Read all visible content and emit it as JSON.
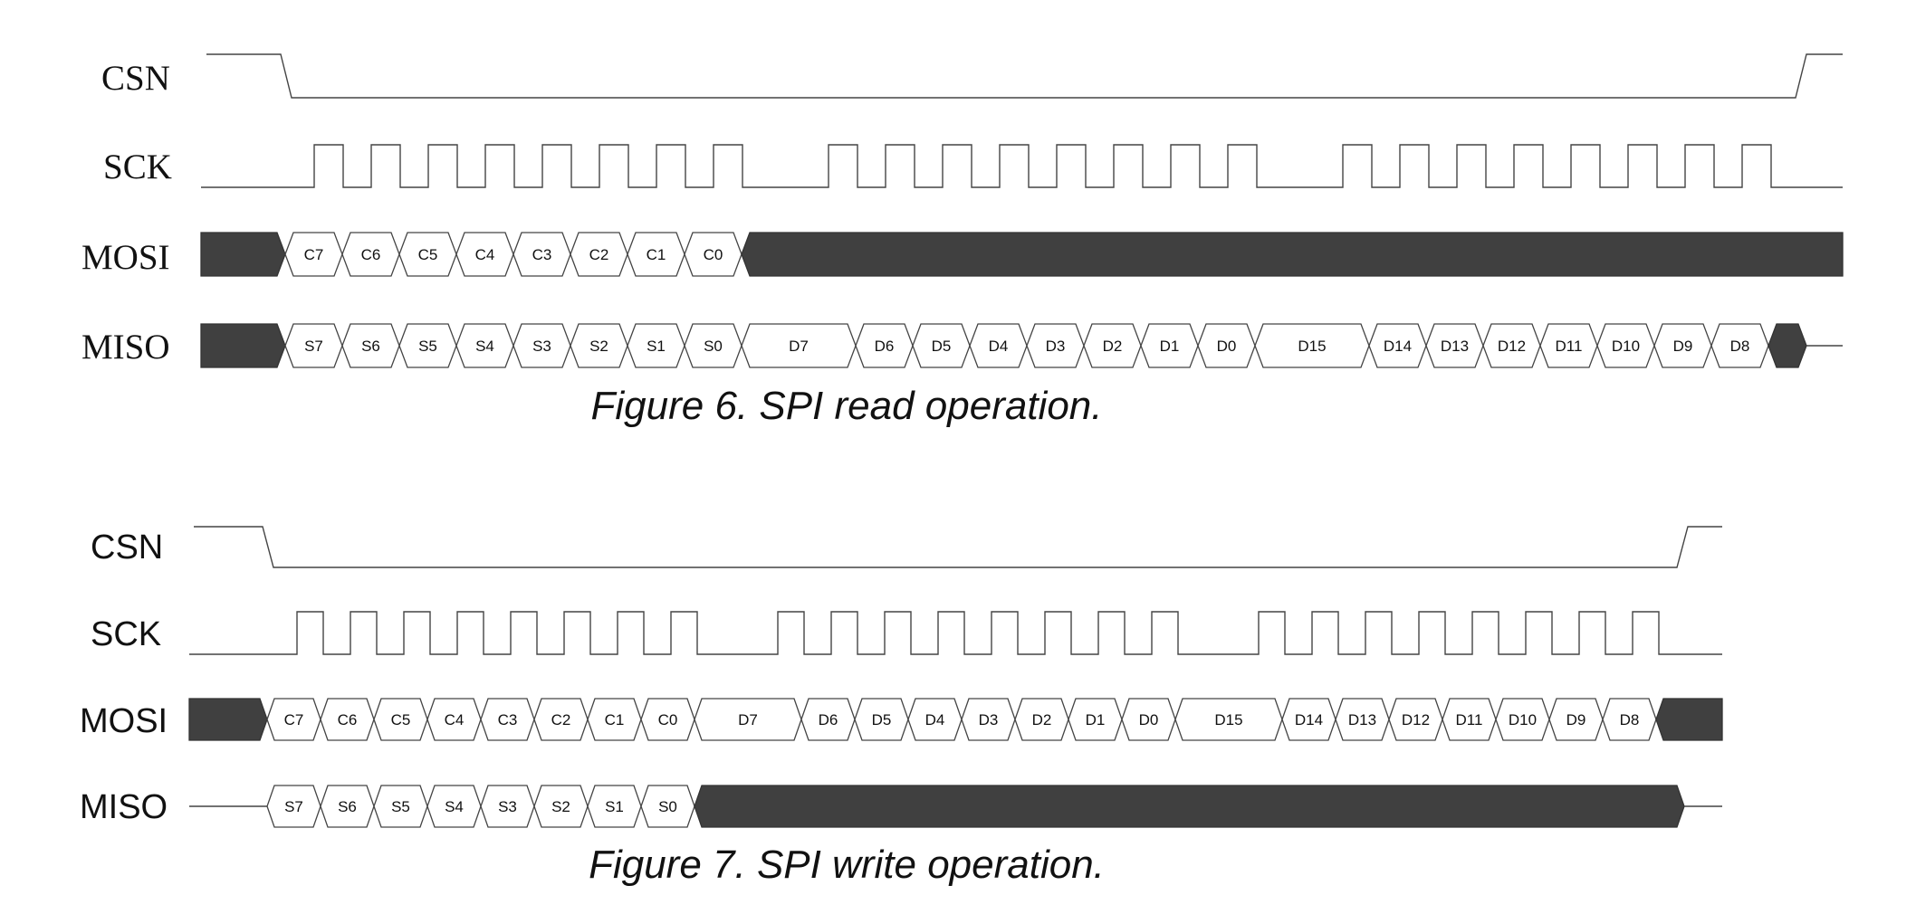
{
  "figures": [
    {
      "caption": "Figure 6. SPI read operation.",
      "signals": [
        {
          "id": "csn",
          "label": "CSN"
        },
        {
          "id": "sck",
          "label": "SCK"
        },
        {
          "id": "mosi",
          "label": "MOSI"
        },
        {
          "id": "miso",
          "label": "MISO"
        }
      ],
      "sck_groups": 3,
      "sck_pulses_per_group": 8,
      "mosi_fields": [
        "C7",
        "C6",
        "C5",
        "C4",
        "C3",
        "C2",
        "C1",
        "C0"
      ],
      "mosi_after": "dont-care",
      "miso_fields": [
        "S7",
        "S6",
        "S5",
        "S4",
        "S3",
        "S2",
        "S1",
        "S0",
        "D7",
        "D6",
        "D5",
        "D4",
        "D3",
        "D2",
        "D1",
        "D0",
        "D15",
        "D14",
        "D13",
        "D12",
        "D11",
        "D10",
        "D9",
        "D8"
      ],
      "miso_after": "dont-care-then-hiz"
    },
    {
      "caption": "Figure 7.  SPI write operation.",
      "signals": [
        {
          "id": "csn",
          "label": "CSN"
        },
        {
          "id": "sck",
          "label": "SCK"
        },
        {
          "id": "mosi",
          "label": "MOSI"
        },
        {
          "id": "miso",
          "label": "MISO"
        }
      ],
      "sck_groups": 3,
      "sck_pulses_per_group": 8,
      "mosi_fields": [
        "C7",
        "C6",
        "C5",
        "C4",
        "C3",
        "C2",
        "C1",
        "C0",
        "D7",
        "D6",
        "D5",
        "D4",
        "D3",
        "D2",
        "D1",
        "D0",
        "D15",
        "D14",
        "D13",
        "D12",
        "D11",
        "D10",
        "D9",
        "D8"
      ],
      "mosi_after": "dont-care",
      "miso_fields": [
        "S7",
        "S6",
        "S5",
        "S4",
        "S3",
        "S2",
        "S1",
        "S0"
      ],
      "miso_after": "dont-care-then-hiz"
    }
  ],
  "colors": {
    "line": "#444444",
    "dont_care": "#404040",
    "background": "#ffffff"
  }
}
